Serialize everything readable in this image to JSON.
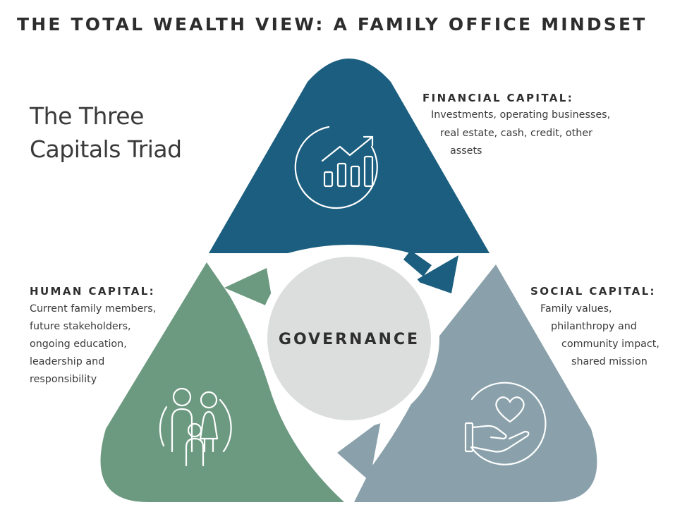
{
  "header": {
    "title": "THE TOTAL WEALTH VIEW: A FAMILY OFFICE MINDSET"
  },
  "triad": {
    "title": "The Three Capitals Triad"
  },
  "center": {
    "label": "GOVERNANCE"
  },
  "capitals": {
    "financial": {
      "heading": "FINANCIAL CAPITAL:",
      "lines": [
        "Investments, operating businesses,",
        "real estate, cash, credit, other",
        "assets"
      ],
      "color": "#1b5e7f",
      "icon": "bar-chart-growth-icon"
    },
    "human": {
      "heading": "HUMAN CAPITAL:",
      "lines": [
        "Current family members,",
        "future stakeholders,",
        "ongoing education,",
        "leadership and",
        "responsibility"
      ],
      "color": "#6c9a80",
      "icon": "family-icon"
    },
    "social": {
      "heading": "SOCIAL CAPITAL:",
      "lines": [
        "Family values,",
        "philanthropy and",
        "community impact,",
        "shared mission"
      ],
      "color": "#8aa1ab",
      "icon": "heart-in-hand-icon"
    }
  },
  "colors": {
    "governance_fill": "#dcdddd",
    "text": "#2f2f2f"
  }
}
